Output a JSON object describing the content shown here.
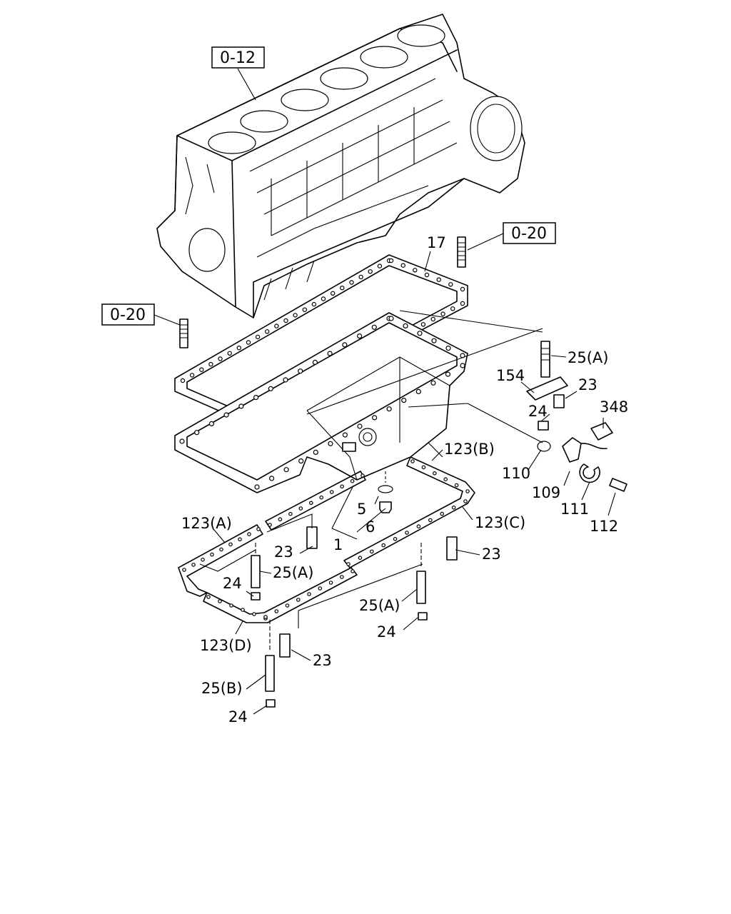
{
  "refs": {
    "block": "0-12",
    "dowel_right": "0-20",
    "dowel_left": "0-20"
  },
  "labels": {
    "l17": "17",
    "l25a_top": "25(A)",
    "l154": "154",
    "l23_top": "23",
    "l348": "348",
    "l24_top": "24",
    "l123b": "123(B)",
    "l110": "110",
    "l109": "109",
    "l111": "111",
    "l112": "112",
    "l5": "5",
    "l6": "6",
    "l1": "1",
    "l123a": "123(A)",
    "l123c": "123(C)",
    "l23_left": "23",
    "l23_right": "23",
    "l25a_left": "25(A)",
    "l24_left": "24",
    "l25a_right": "25(A)",
    "l24_right": "24",
    "l123d": "123(D)",
    "l23_bottom": "23",
    "l25b": "25(B)",
    "l24_bottom": "24"
  }
}
